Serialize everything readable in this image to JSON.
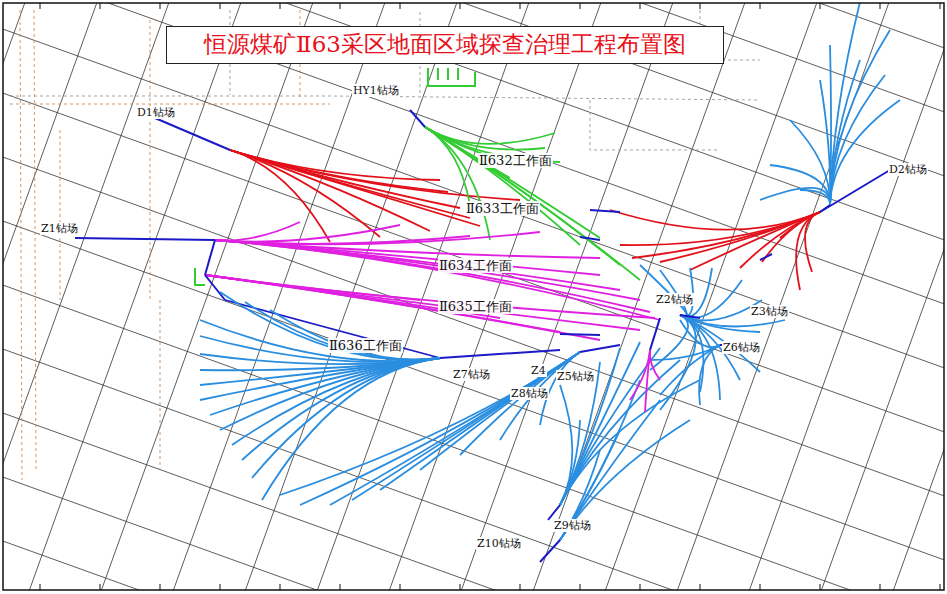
{
  "diagram": {
    "title": "恒源煤矿Ⅱ63采区地面区域探查治理工程布置图",
    "labels": [
      "HY1钻场",
      "D1钻场",
      "Ⅱ632工作面",
      "Ⅱ633工作面",
      "Z1钻场",
      "D2钻场",
      "Ⅱ634工作面",
      "Ⅱ635工作面",
      "Z2钻场",
      "Z3钻场",
      "Ⅱ636工作面",
      "Z6钻场",
      "Z7钻场",
      "Z4",
      "Z5钻场",
      "Z8钻场",
      "Z9钻场",
      "Z10钻场"
    ]
  }
}
